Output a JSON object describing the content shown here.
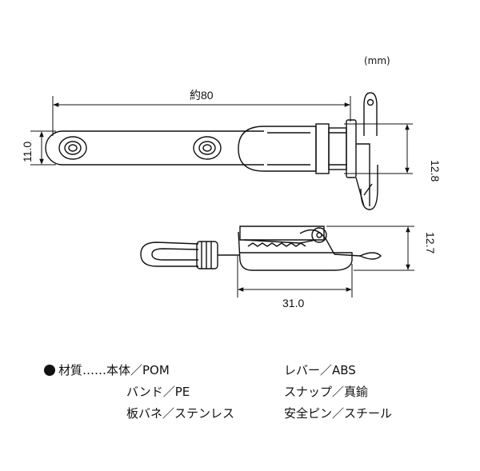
{
  "unit_label": "(mm)",
  "dimensions": {
    "length": "約80",
    "band_height": "11.0",
    "clip_height": "12.8",
    "side_height": "12.7",
    "side_length": "31.0"
  },
  "materials": {
    "heading": "材質……",
    "left": [
      "本体／POM",
      "バンド／PE",
      "板バネ／ステンレス"
    ],
    "right": [
      "レバー／ABS",
      "スナップ／真鍮",
      "安全ピン／スチール"
    ]
  }
}
